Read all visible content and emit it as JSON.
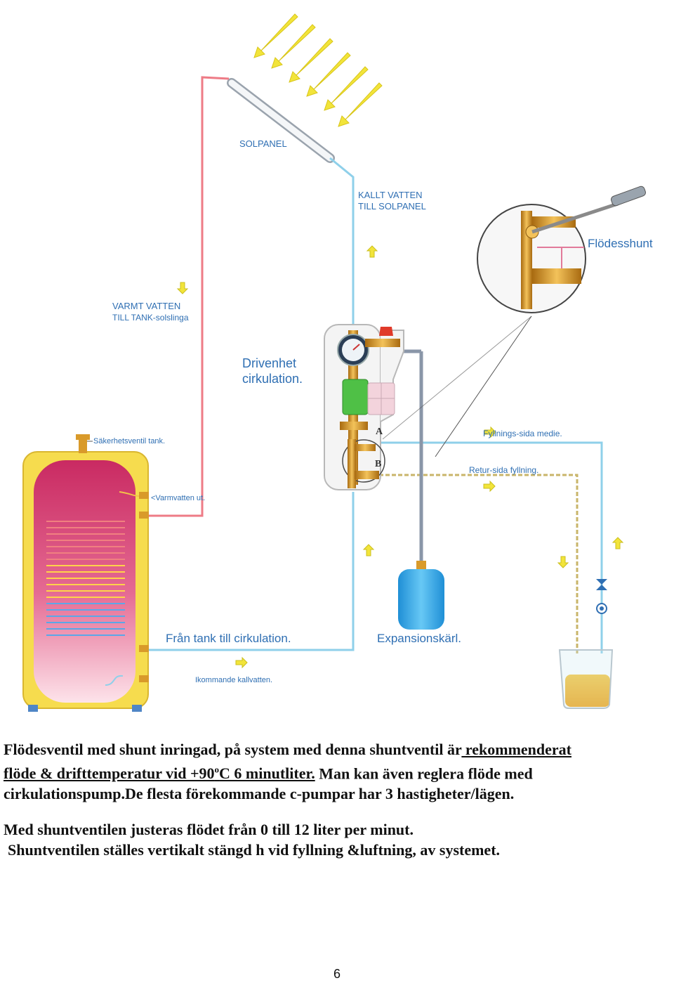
{
  "diagram": {
    "labels": {
      "solpanel": "SOLPANEL",
      "kallt_vatten_1": "KALLT VATTEN",
      "kallt_vatten_2": "TILL SOLPANEL",
      "flodesshunt": "Flödesshunt",
      "varmt_vatten_1": "VARMT VATTEN",
      "varmt_vatten_2": "TILL TANK-solslinga",
      "drivenhet_1": "Drivenhet",
      "drivenhet_2": "cirkulation.",
      "sakerhetsventil": "Säkerhetsventil tank.",
      "varmvatten_ut": "<Varmvatten ut.",
      "fyllnings_sida": "Fyllnings-sida medie.",
      "retur_sida": "Retur-sida fyllning.",
      "marker_a": "A",
      "marker_b": "B",
      "fran_tank": "Från tank till cirkulation.",
      "expansionskarl": "Expansionskärl.",
      "ikommande": "Ikommande kallvatten."
    },
    "colors": {
      "hot_pipe": "#ee7b86",
      "cold_pipe": "#8fd0ea",
      "tank_shell": "#f6dc4e",
      "tank_inner_top": "#d7336a",
      "tank_inner_bottom": "#fbd3de",
      "coil_hot": "#ffd24a",
      "coil_cold": "#5aa7e8",
      "arrow_yellow": "#f2e43a",
      "label_blue": "#2f6fb3",
      "expansion_vessel": "#3aa9e6",
      "pump_green": "#4fc046",
      "brass": "#d99a2a"
    }
  },
  "text": {
    "p1_part1": "Flödesventil med shunt inringad, på system med denna shuntventil är",
    "p1_underlined_1": " rekommenderat",
    "p1_underlined_2": "flöde & drifttemperatur vid +90",
    "p1_sup": "o",
    "p1_underlined_3": "C  6 minutliter.",
    "p1_part2": " Man kan även reglera flöde  med cirkulationspump.De flesta förekommande c-pumpar har 3 hastigheter/lägen.",
    "p2": "Med shuntventilen justeras flödet från 0 till 12 liter per minut.",
    "p3": "Shuntventilen ställes vertikalt stängd h vid fyllning &luftning, av systemet."
  },
  "page_number": "6"
}
